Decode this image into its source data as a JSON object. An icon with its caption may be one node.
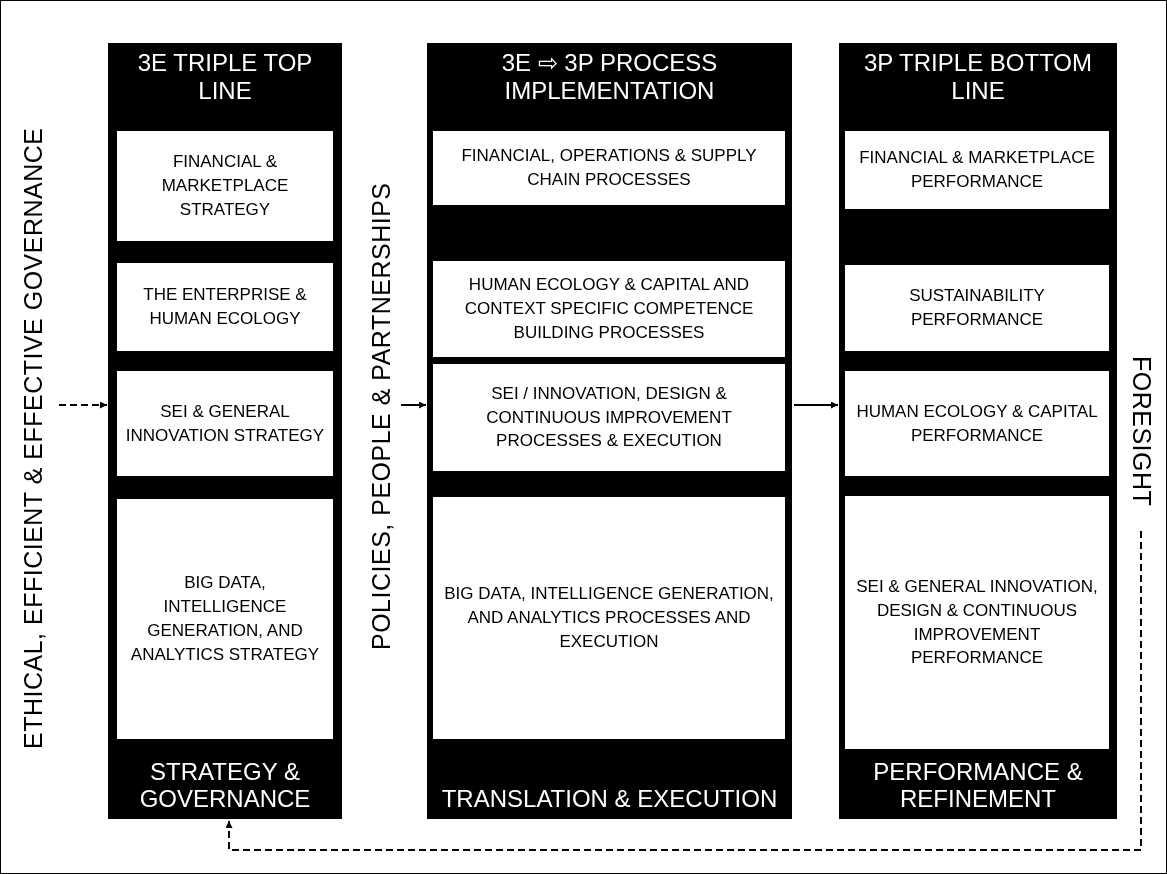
{
  "diagram": {
    "nodes": [
      {
        "text": [
          "3E TRIPLE TOP LINE",
          "STRATEGY & GOVERNANCE"
        ]
      },
      {
        "text": [
          "FINANCIAL & MARKETPLACE STRATEGY"
        ],
        "in": 0
      },
      {
        "text": [
          "THE ENTERPRISE & HUMAN ECOLOGY"
        ],
        "in": 0
      },
      {
        "text": [
          "SEI & GENERAL INNOVATION STRATEGY"
        ],
        "in": 0
      },
      {
        "text": [
          "BIG DATA, INTELLIGENCE GENERATION, AND ANALYTICS STRATEGY"
        ],
        "in": 0
      },
      {
        "text": [
          "3E ⇨ 3P PROCESS IMPLEMENTATION",
          "TRANSLATION & EXECUTION"
        ]
      },
      {
        "text": [
          "FINANCIAL, OPERATIONS & SUPPLY CHAIN PROCESSES"
        ],
        "in": 5
      },
      {
        "text": [
          "HUMAN ECOLOGY & CAPITAL AND CONTEXT SPECIFIC COMPETENCE BUILDING PROCESSES"
        ],
        "in": 5
      },
      {
        "text": [
          "SEI / INNOVATION, DESIGN & CONTINUOUS IMPROVEMENT PROCESSES & EXECUTION"
        ],
        "in": 5
      },
      {
        "text": [
          "BIG DATA, INTELLIGENCE GENERATION, AND ANALYTICS PROCESSES AND EXECUTION"
        ],
        "in": 5
      },
      {
        "text": [
          "3P TRIPLE BOTTOM LINE",
          "PERFORMANCE & REFINEMENT"
        ]
      },
      {
        "text": [
          "FINANCIAL & MARKETPLACE PERFORMANCE"
        ],
        "in": 10
      },
      {
        "text": [
          "SUSTAINABILITY PERFORMANCE"
        ],
        "in": 10
      },
      {
        "text": [
          "HUMAN ECOLOGY & CAPITAL PERFORMANCE"
        ],
        "in": 10
      },
      {
        "text": [
          "SEI & GENERAL INNOVATION, DESIGN & CONTINUOUS IMPROVEMENT PERFORMANCE"
        ],
        "in": 10
      },
      {
        "text": [
          "ETHICAL, EFFICIENT & EFFECTIVE GOVERNANCE"
        ]
      },
      {
        "text": [
          "POLICIES, PEOPLE & PARTNERSHIPS"
        ]
      },
      {
        "text": [
          "FORESIGHT"
        ]
      }
    ],
    "edges": [
      {
        "from": 15,
        "to": 0,
        "arrow": "to",
        "style": "dashed"
      },
      {
        "from": 16,
        "to": 5,
        "arrow": "to"
      },
      {
        "from": 5,
        "to": 10,
        "arrow": "to"
      },
      {
        "from": 17,
        "to": 0,
        "arrow": "to",
        "style": "dashed"
      }
    ]
  }
}
